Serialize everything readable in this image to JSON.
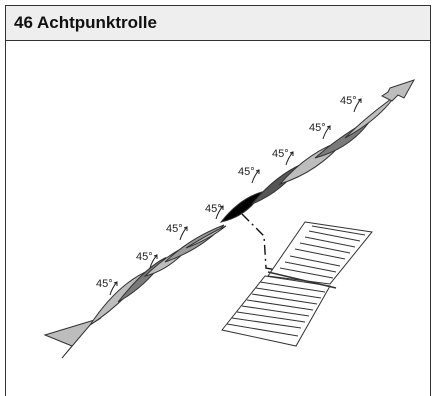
{
  "title": "46 Achtpunktrolle",
  "angle_labels": [
    "45°",
    "45°",
    "45°",
    "45°",
    "45°",
    "45°",
    "45°",
    "45°"
  ],
  "colors": {
    "segment_light": "#bdbdbd",
    "segment_medium": "#8f8f8f",
    "segment_dark": "#555555",
    "segment_black": "#000000",
    "outline": "#333333"
  }
}
